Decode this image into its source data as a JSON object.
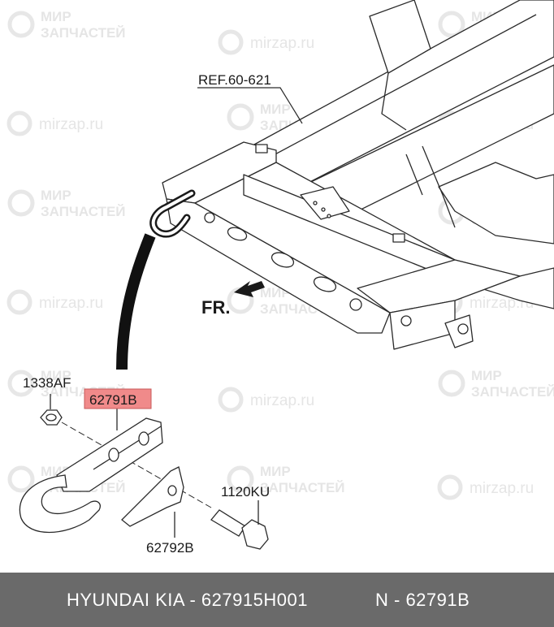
{
  "watermarks": {
    "brand_line1": "МИР",
    "brand_line2": "ЗАПЧАСТЕЙ",
    "url": "mirzap.ru"
  },
  "labels": {
    "ref": "REF.60-621",
    "front": "FR.",
    "nut": "1338AF",
    "hook": "62791B",
    "bracket": "62792B",
    "bolt": "1120KU"
  },
  "highlight_color": "#f08a8a",
  "footer": {
    "left": "HYUNDAI  KIA - 627915H001",
    "right": "N - 62791B"
  }
}
